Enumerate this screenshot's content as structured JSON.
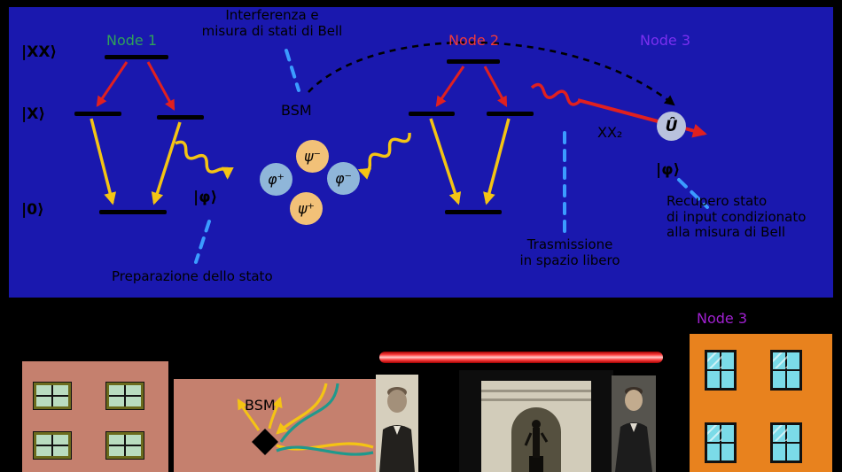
{
  "panel": {
    "bg_color": "#1a18ae",
    "annotations": {
      "interference": "Interferenza e\nmisura di stati di Bell",
      "bsm": "BSM",
      "preparation": "Preparazione dello stato",
      "transmission": "Trasmissione\nin spazio libero",
      "recovery": "Recupero stato\ndi input condizionato\nalla misura di Bell"
    },
    "nodes": {
      "node1": {
        "label": "Node 1",
        "color": "#2fa05a"
      },
      "node2": {
        "label": "Node 2",
        "color": "#f03a3a"
      },
      "node3": {
        "label": "Node 3",
        "color": "#7a2ff0"
      }
    },
    "kets": {
      "xx": "|XX⟩",
      "x": "|X⟩",
      "zero": "|0⟩",
      "phi": "|φ⟩"
    },
    "bell_states": [
      {
        "label": "ψ⁻",
        "color": "#f2c178"
      },
      {
        "label": "φ⁺",
        "color": "#8fb6d9"
      },
      {
        "label": "φ⁻",
        "color": "#8fb6d9"
      },
      {
        "label": "ψ⁺",
        "color": "#f2c178"
      }
    ],
    "operators": {
      "unitary": "Û",
      "xx2": "XX₂"
    },
    "colors": {
      "decay_arrow": "#e02020",
      "photon_arrow": "#f4c414",
      "pointer_dashed": "#3b9cff",
      "classical_channel": "#000000",
      "energy_level": "#000000",
      "unitary_circle": "#b9c2dd"
    }
  },
  "scene": {
    "bsm_label": "BSM",
    "node3_label": "Node 3",
    "node3_label_color": "#a020d0",
    "building_left_color": "#c5806e",
    "building_mid_color": "#c5806e",
    "building_right_color": "#e8821e",
    "laser_color": "#ff3030",
    "fiber_yellow": "#f4c414",
    "fiber_teal": "#20998c",
    "window_green": "#b9dcc0",
    "window_cyan": "#7bdbe8"
  }
}
